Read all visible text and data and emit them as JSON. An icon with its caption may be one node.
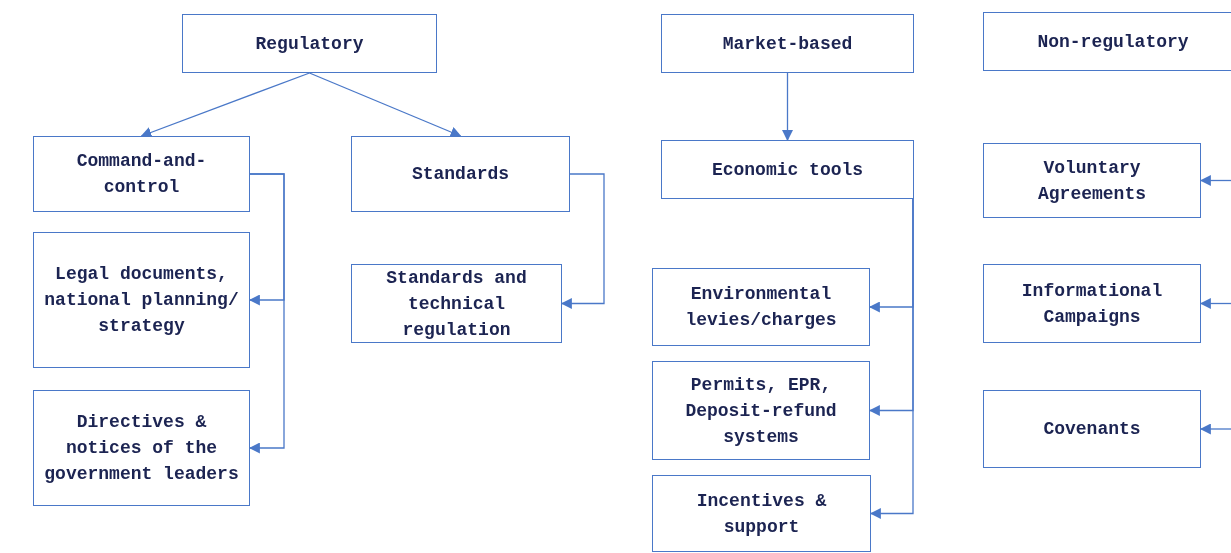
{
  "diagram": {
    "nodes": [
      {
        "text": [
          "Regulatory"
        ]
      },
      {
        "text": [
          "Command-and-control"
        ]
      },
      {
        "text": [
          "Standards"
        ]
      },
      {
        "text": [
          "Legal documents, national planning/ strategy"
        ]
      },
      {
        "text": [
          "Standards and technical regulation"
        ]
      },
      {
        "text": [
          "Directives & notices of the government leaders"
        ]
      },
      {
        "text": [
          "Market-based"
        ]
      },
      {
        "text": [
          "Economic tools"
        ]
      },
      {
        "text": [
          "Environmental levies/charges"
        ]
      },
      {
        "text": [
          "Permits, EPR, Deposit-refund systems"
        ]
      },
      {
        "text": [
          "Incentives & support"
        ]
      },
      {
        "text": [
          "Non-regulatory"
        ]
      },
      {
        "text": [
          "Voluntary Agreements"
        ]
      },
      {
        "text": [
          "Informational Campaigns"
        ]
      },
      {
        "text": [
          "Covenants"
        ]
      }
    ],
    "edges": [
      {
        "from": 0,
        "to": 1,
        "arrow": "to"
      },
      {
        "from": 0,
        "to": 2,
        "arrow": "to"
      },
      {
        "from": 1,
        "to": 3,
        "arrow": "to"
      },
      {
        "from": 1,
        "to": 5,
        "arrow": "to"
      },
      {
        "from": 2,
        "to": 4,
        "arrow": "to"
      },
      {
        "from": 6,
        "to": 7,
        "arrow": "to"
      },
      {
        "from": 7,
        "to": 8,
        "arrow": "to"
      },
      {
        "from": 7,
        "to": 9,
        "arrow": "to"
      },
      {
        "from": 7,
        "to": 10,
        "arrow": "to"
      },
      {
        "from": null,
        "to": 12,
        "arrow": "to"
      },
      {
        "from": null,
        "to": 13,
        "arrow": "to"
      },
      {
        "from": null,
        "to": 14,
        "arrow": "to"
      }
    ]
  }
}
